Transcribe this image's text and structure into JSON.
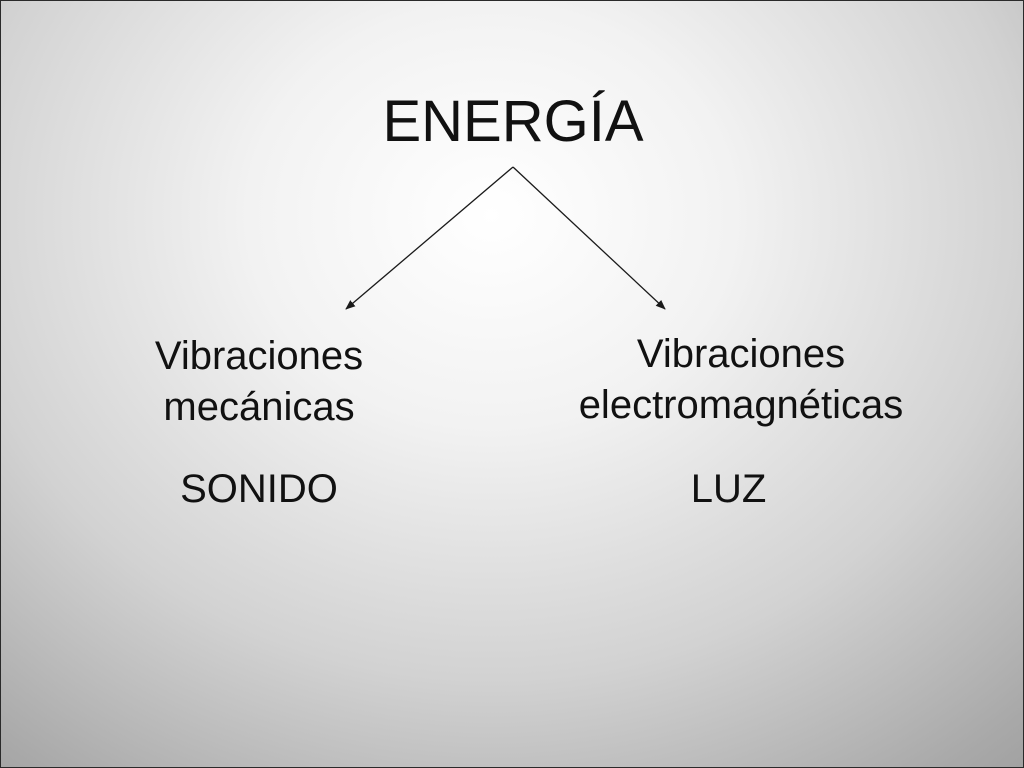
{
  "diagram": {
    "title": "ENERGÍA",
    "branches": [
      {
        "heading_line1": "Vibraciones",
        "heading_line2": "mecánicas",
        "example": "SONIDO"
      },
      {
        "heading_line1": "Vibraciones",
        "heading_line2": "electromagnéticas",
        "example": "LUZ"
      }
    ]
  },
  "colors": {
    "text": "#111111",
    "arrow": "#1a1a1a"
  }
}
